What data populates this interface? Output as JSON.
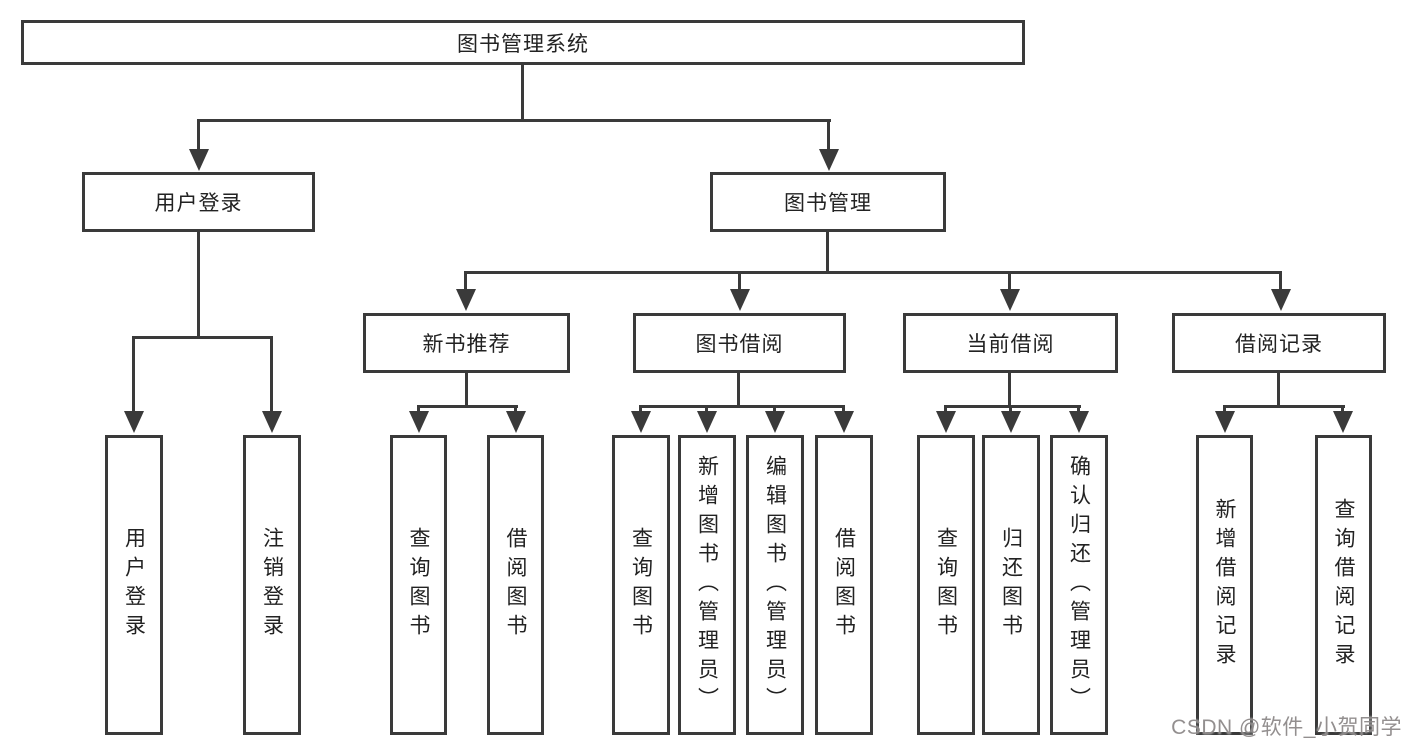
{
  "colors": {
    "line": "#3a3a3a",
    "text": "#222222",
    "background": "#ffffff",
    "watermark": "#8a8686"
  },
  "watermark": {
    "text": "CSDN @软件_小贺同学"
  },
  "tree": {
    "label": "图书管理系统",
    "children": [
      {
        "label": "用户登录",
        "children": [
          {
            "label": "用户登录"
          },
          {
            "label": "注销登录"
          }
        ]
      },
      {
        "label": "图书管理",
        "children": [
          {
            "label": "新书推荐",
            "children": [
              {
                "label": "查询图书"
              },
              {
                "label": "借阅图书"
              }
            ]
          },
          {
            "label": "图书借阅",
            "children": [
              {
                "label": "查询图书"
              },
              {
                "label": "新增图书（管理员）"
              },
              {
                "label": "编辑图书（管理员）"
              },
              {
                "label": "借阅图书"
              }
            ]
          },
          {
            "label": "当前借阅",
            "children": [
              {
                "label": "查询图书"
              },
              {
                "label": "归还图书"
              },
              {
                "label": "确认归还（管理员）"
              }
            ]
          },
          {
            "label": "借阅记录",
            "children": [
              {
                "label": "新增借阅记录"
              },
              {
                "label": "查询借阅记录"
              }
            ]
          }
        ]
      }
    ]
  }
}
